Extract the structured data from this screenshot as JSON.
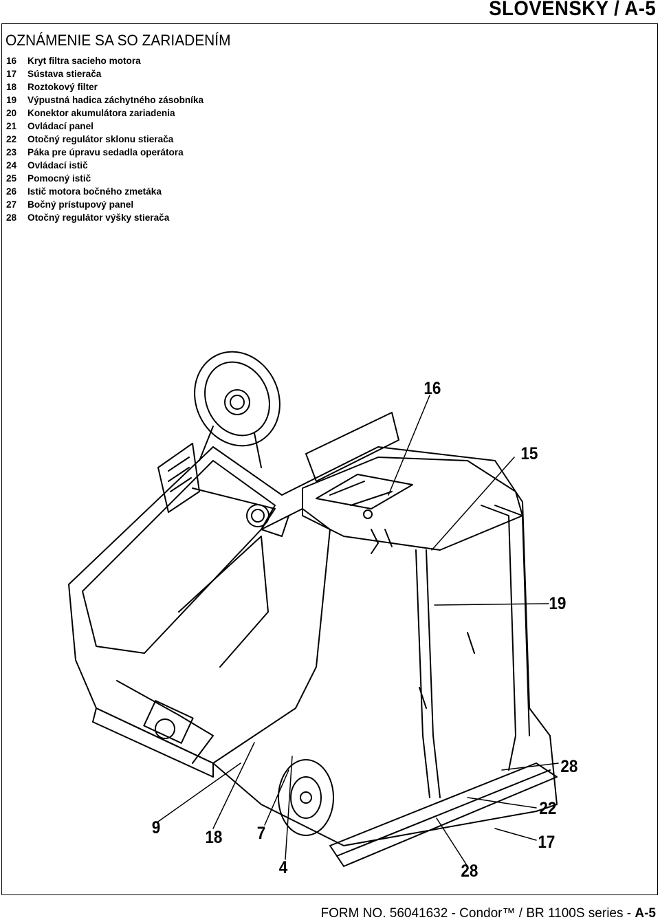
{
  "header": {
    "language_page": "SLOVENSKY / A-5"
  },
  "section": {
    "title": "OZNÁMENIE SA SO ZARIADENÍM"
  },
  "legend": [
    {
      "num": "16",
      "label": "Kryt filtra sacieho motora"
    },
    {
      "num": "17",
      "label": "Sústava stierača"
    },
    {
      "num": "18",
      "label": "Roztokový filter"
    },
    {
      "num": "19",
      "label": "Výpustná hadica záchytného zásobníka"
    },
    {
      "num": "20",
      "label": "Konektor akumulátora zariadenia"
    },
    {
      "num": "21",
      "label": "Ovládací panel"
    },
    {
      "num": "22",
      "label": "Otočný regulátor sklonu stierača"
    },
    {
      "num": "23",
      "label": "Páka pre úpravu sedadla operátora"
    },
    {
      "num": "24",
      "label": "Ovládací istič"
    },
    {
      "num": "25",
      "label": "Pomocný istič"
    },
    {
      "num": "26",
      "label": "Istič motora bočného zmetáka"
    },
    {
      "num": "27",
      "label": "Bočný prístupový panel"
    },
    {
      "num": "28",
      "label": "Otočný regulátor výšky stierača"
    }
  ],
  "figure": {
    "callouts": [
      "16",
      "15",
      "19",
      "28",
      "22",
      "17",
      "9",
      "18",
      "7",
      "4",
      "28"
    ]
  },
  "footer": {
    "text": "FORM NO. 56041632 - Condor™ / BR 1100S series - ",
    "page": "A-5"
  }
}
